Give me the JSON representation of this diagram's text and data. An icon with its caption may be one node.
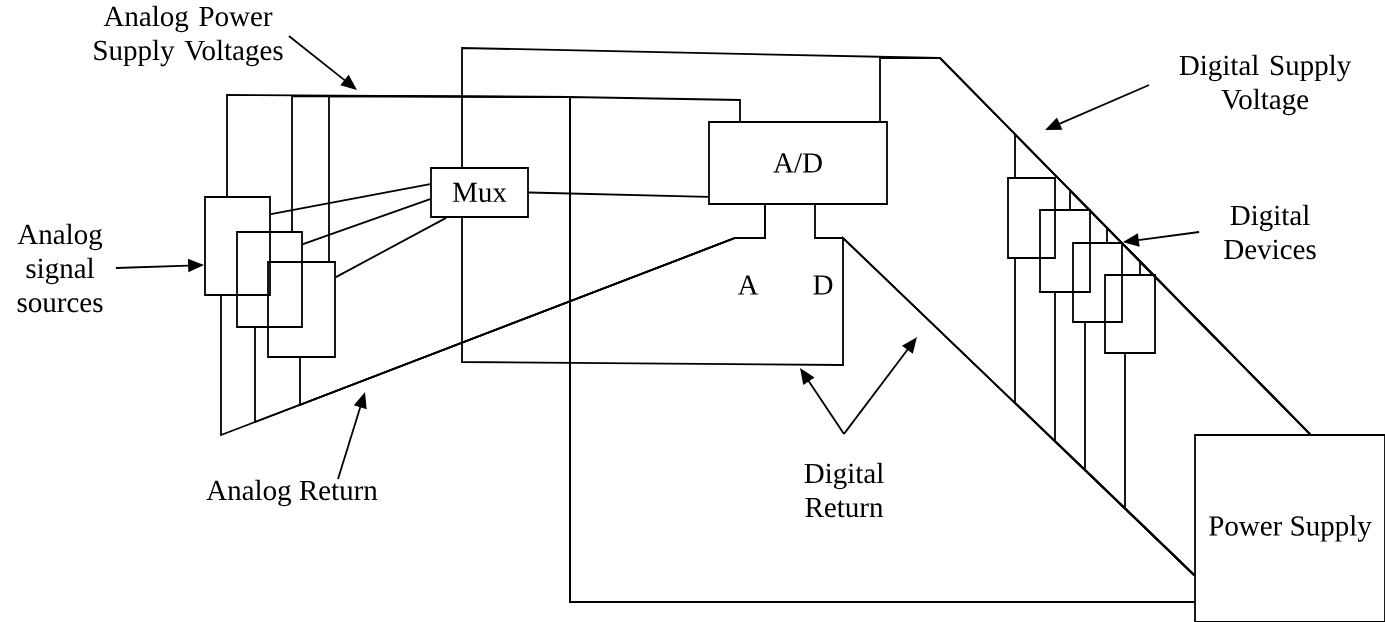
{
  "diagram": {
    "nodes": [
      {
        "text": [
          "Analog Power Supply Voltages"
        ]
      },
      {
        "text": [
          "Analog signal sources"
        ]
      },
      {
        "text": [],
        "shape": "box"
      },
      {
        "text": [],
        "shape": "box"
      },
      {
        "text": [],
        "shape": "box"
      },
      {
        "text": [
          "Mux"
        ]
      },
      {
        "text": [
          "A/D"
        ]
      },
      {
        "text": [
          "Digital Supply Voltage"
        ]
      },
      {
        "text": [
          "Digital Devices"
        ]
      },
      {
        "text": [],
        "shape": "box"
      },
      {
        "text": [],
        "shape": "box"
      },
      {
        "text": [],
        "shape": "box"
      },
      {
        "text": [],
        "shape": "box"
      },
      {
        "text": [
          "Analog Return"
        ]
      },
      {
        "text": [
          "Digital Return"
        ]
      },
      {
        "text": [
          "Power Supply"
        ]
      }
    ],
    "edges": [
      {
        "from": 0,
        "to": null,
        "arrow": "to"
      },
      {
        "from": 1,
        "to": 2,
        "arrow": "to"
      },
      {
        "from": 2,
        "to": 5,
        "arrow": "none"
      },
      {
        "from": 3,
        "to": 5,
        "arrow": "none"
      },
      {
        "from": 4,
        "to": 5,
        "arrow": "none"
      },
      {
        "from": 5,
        "to": 6,
        "arrow": "none"
      },
      {
        "from": 7,
        "to": null,
        "arrow": "to"
      },
      {
        "from": 8,
        "to": 11,
        "arrow": "to"
      },
      {
        "from": 13,
        "to": null,
        "arrow": "to"
      },
      {
        "from": 14,
        "to": null,
        "arrow": "to"
      },
      {
        "from": 14,
        "to": null,
        "arrow": "to"
      },
      {
        "from": 15,
        "to": 2,
        "arrow": "none"
      },
      {
        "from": 15,
        "to": 3,
        "arrow": "none"
      },
      {
        "from": 15,
        "to": 4,
        "arrow": "none"
      },
      {
        "from": 15,
        "to": 6,
        "arrow": "none"
      },
      {
        "from": 2,
        "to": 6,
        "arrow": "none"
      },
      {
        "from": 3,
        "to": 6,
        "arrow": "none"
      },
      {
        "from": 4,
        "to": 6,
        "arrow": "none"
      },
      {
        "from": 15,
        "to": 6,
        "arrow": "none"
      },
      {
        "from": 6,
        "to": 15,
        "arrow": "none"
      },
      {
        "from": 5,
        "to": 15,
        "arrow": "none"
      },
      {
        "from": 5,
        "to": 15,
        "arrow": "none"
      },
      {
        "from": 15,
        "to": 9,
        "arrow": "none"
      },
      {
        "from": 15,
        "to": 10,
        "arrow": "none"
      },
      {
        "from": 15,
        "to": 11,
        "arrow": "none"
      },
      {
        "from": 15,
        "to": 12,
        "arrow": "none"
      },
      {
        "from": 9,
        "to": 15,
        "arrow": "none"
      },
      {
        "from": 10,
        "to": 15,
        "arrow": "none"
      },
      {
        "from": 11,
        "to": 15,
        "arrow": "none"
      },
      {
        "from": 12,
        "to": 15,
        "arrow": "none"
      }
    ],
    "labels": [
      "A",
      "D"
    ]
  }
}
